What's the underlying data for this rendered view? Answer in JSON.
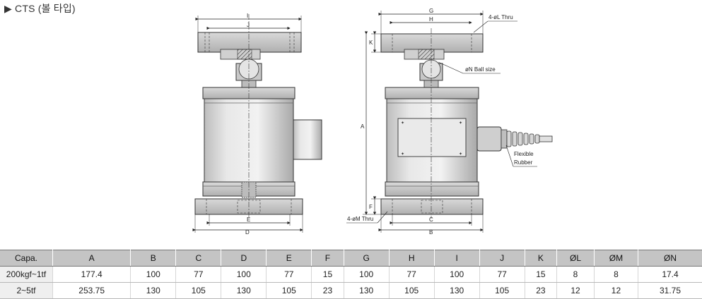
{
  "title": "▶ CTS (볼 타입)",
  "drawing_labels": {
    "dim_I": "I",
    "dim_J": "J",
    "dim_E": "E",
    "dim_D": "D",
    "dim_G": "G",
    "dim_H": "H",
    "dim_K": "K",
    "dim_A": "A",
    "dim_F": "F",
    "dim_C": "C",
    "dim_B": "B",
    "l_thru": "4-øL Thru",
    "n_ball": "øN Ball size",
    "m_thru": "4-øM Thru",
    "flexible": "Flexible",
    "rubber": "Rubber"
  },
  "table": {
    "headers": [
      "Capa.",
      "A",
      "B",
      "C",
      "D",
      "E",
      "F",
      "G",
      "H",
      "I",
      "J",
      "K",
      "ØL",
      "ØM",
      "ØN"
    ],
    "rows": [
      [
        "200kgf~1tf",
        "177.4",
        "100",
        "77",
        "100",
        "77",
        "15",
        "100",
        "77",
        "100",
        "77",
        "15",
        "8",
        "8",
        "17.4"
      ],
      [
        "2~5tf",
        "253.75",
        "130",
        "105",
        "130",
        "105",
        "23",
        "130",
        "105",
        "130",
        "105",
        "23",
        "12",
        "12",
        "31.75"
      ]
    ]
  }
}
